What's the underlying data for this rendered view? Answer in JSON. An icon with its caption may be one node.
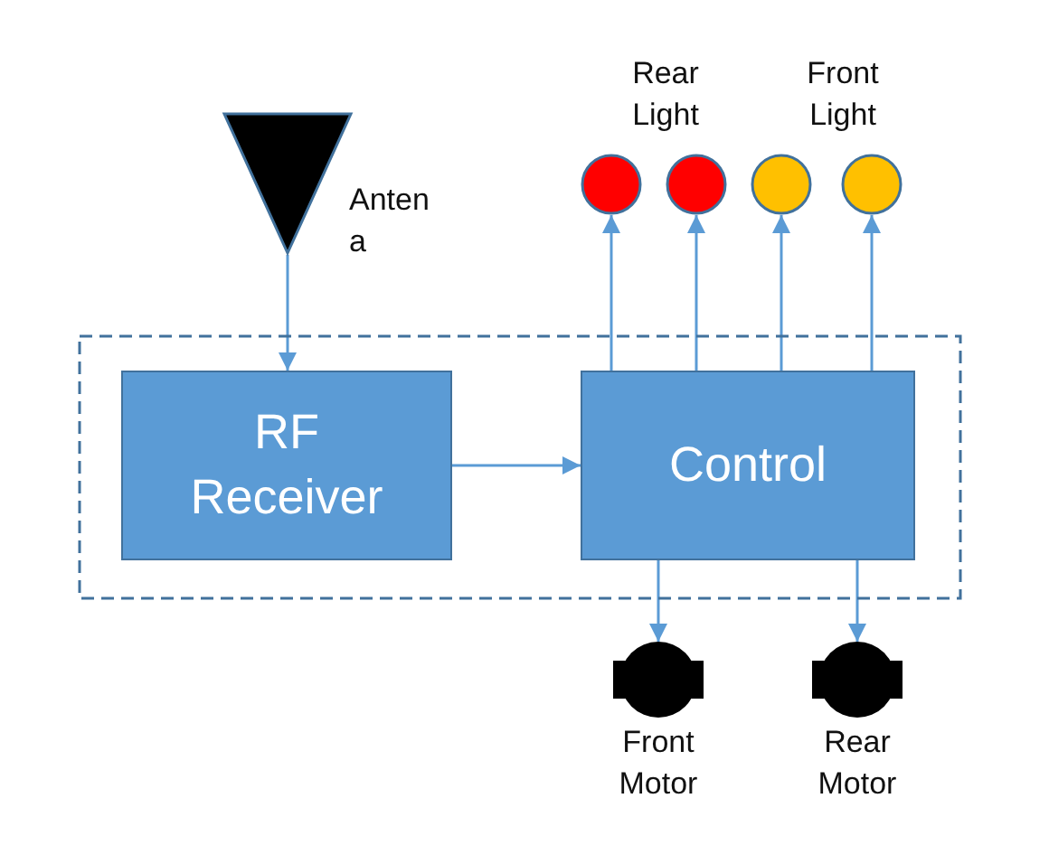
{
  "diagram": {
    "nodes": [
      {
        "text": [],
        "shape": "box"
      },
      {
        "text": [
          "RF Receiver"
        ],
        "in": 0
      },
      {
        "text": [
          "Control"
        ],
        "in": 0
      },
      {
        "text": [],
        "shape": "triangle",
        "beside": [
          "Anten a"
        ]
      },
      {
        "text": [],
        "shape": "circle"
      },
      {
        "text": [],
        "shape": "circle"
      },
      {
        "text": [],
        "shape": "circle"
      },
      {
        "text": [],
        "shape": "circle"
      },
      {
        "text": [],
        "shape": "motor",
        "beside": [
          "Front Motor"
        ]
      },
      {
        "text": [],
        "shape": "motor",
        "beside": [
          "Rear Motor"
        ]
      }
    ],
    "edges": [
      {
        "from": 3,
        "to": 1,
        "arrow": "to"
      },
      {
        "from": 1,
        "to": 2,
        "arrow": "to"
      },
      {
        "from": 2,
        "to": 4,
        "arrow": "to"
      },
      {
        "from": 2,
        "to": 5,
        "arrow": "to"
      },
      {
        "from": 2,
        "to": 6,
        "arrow": "to"
      },
      {
        "from": 2,
        "to": 7,
        "arrow": "to"
      },
      {
        "from": 2,
        "to": 8,
        "arrow": "to"
      },
      {
        "from": 2,
        "to": 9,
        "arrow": "to"
      }
    ],
    "labels": [
      "Rear Light",
      "Front Light"
    ]
  }
}
